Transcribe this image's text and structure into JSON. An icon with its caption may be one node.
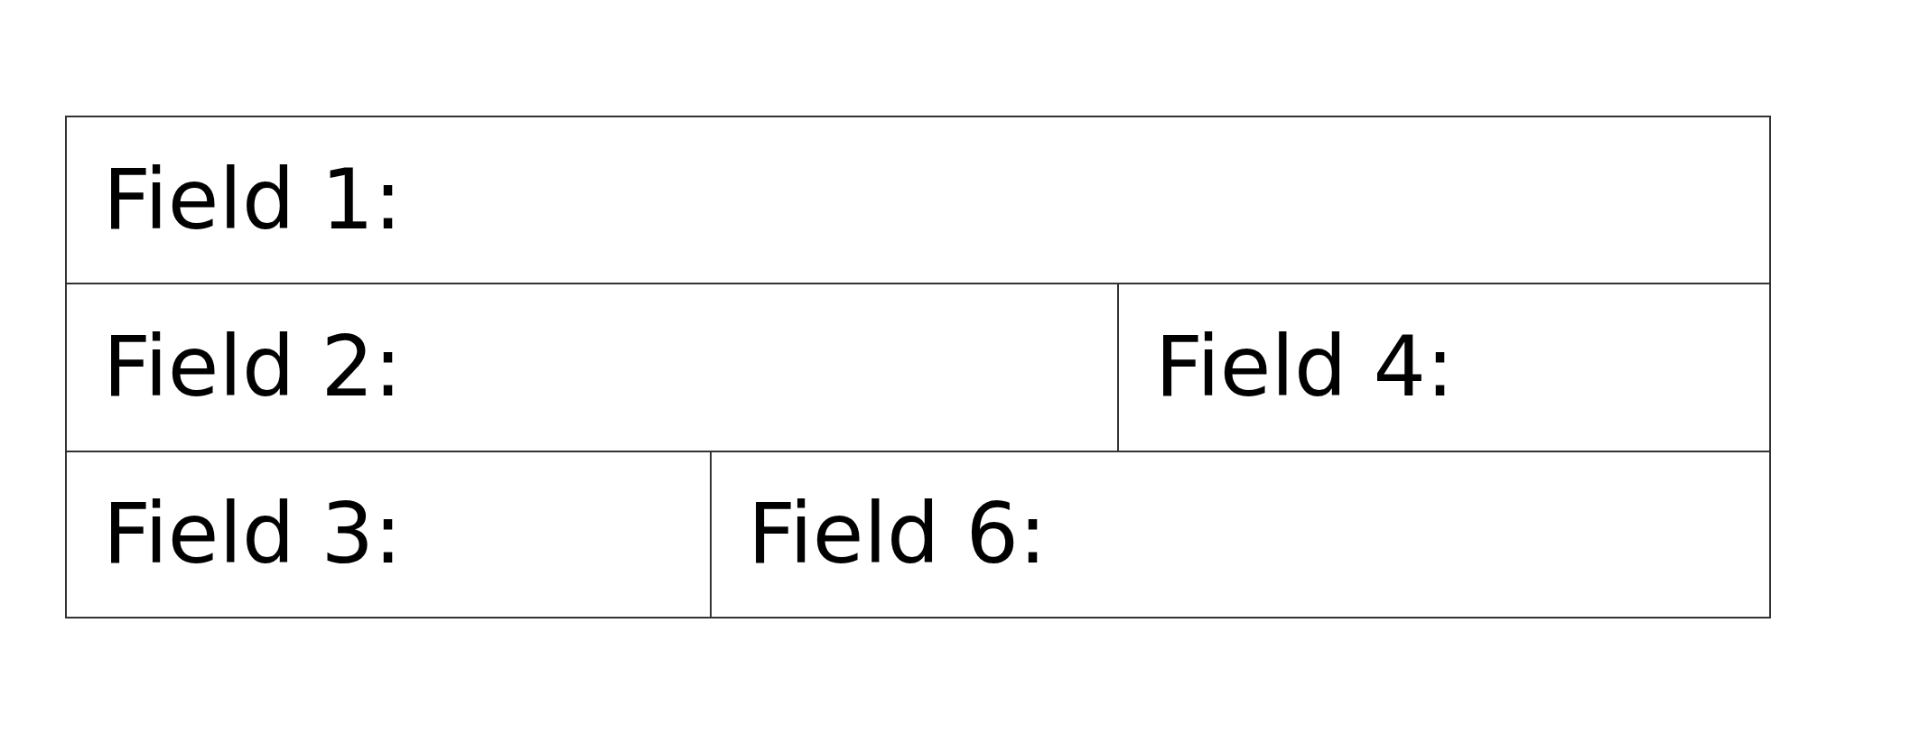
{
  "diagram": {
    "nodes": [
      {
        "text": [
          "Field 1:"
        ]
      },
      {
        "text": [
          "Field 2:"
        ]
      },
      {
        "text": [
          "Field 4:"
        ]
      },
      {
        "text": [
          "Field 3:"
        ]
      },
      {
        "text": [
          "Field 6:"
        ]
      }
    ]
  }
}
